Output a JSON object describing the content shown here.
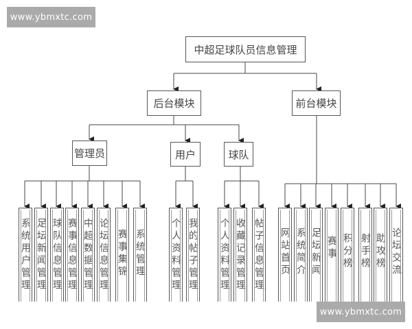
{
  "watermarks": {
    "top": "www.ybmxtc.com",
    "bottom": "www.ybmxtc.com"
  },
  "diagram": {
    "root": "中超足球队员信息管理",
    "backend": {
      "label": "后台模块",
      "roles": [
        {
          "label": "管理员",
          "items": [
            "系统用户管理",
            "足坛新闻管理",
            "球队信息管理",
            "赛事信息管理",
            "中超数据管理",
            "论坛信息管理",
            "赛事集锦",
            "系统管理"
          ]
        },
        {
          "label": "用户",
          "items": [
            "个人资料管理",
            "我的帖子管理"
          ]
        },
        {
          "label": "球队",
          "items": [
            "个人资料管理",
            "收藏记录管理",
            "帖子信息管理"
          ]
        }
      ]
    },
    "frontend": {
      "label": "前台模块",
      "items": [
        "网站首页",
        "系统简介",
        "足坛新闻",
        "赛事",
        "积分榜",
        "射手榜",
        "助攻榜",
        "论坛交流"
      ]
    }
  }
}
